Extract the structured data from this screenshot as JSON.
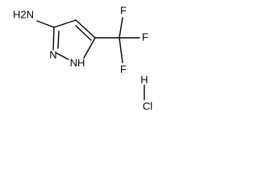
{
  "molecule": {
    "atoms": {
      "amine": "H2N",
      "ring_n_double": "N",
      "ring_nh": "NH",
      "fluorine_top": "F",
      "fluorine_right": "F",
      "fluorine_bottom": "F",
      "hydrogen": "H",
      "chlorine": "Cl"
    }
  },
  "colors": {
    "ink": "#000000",
    "background": "#ffffff"
  }
}
